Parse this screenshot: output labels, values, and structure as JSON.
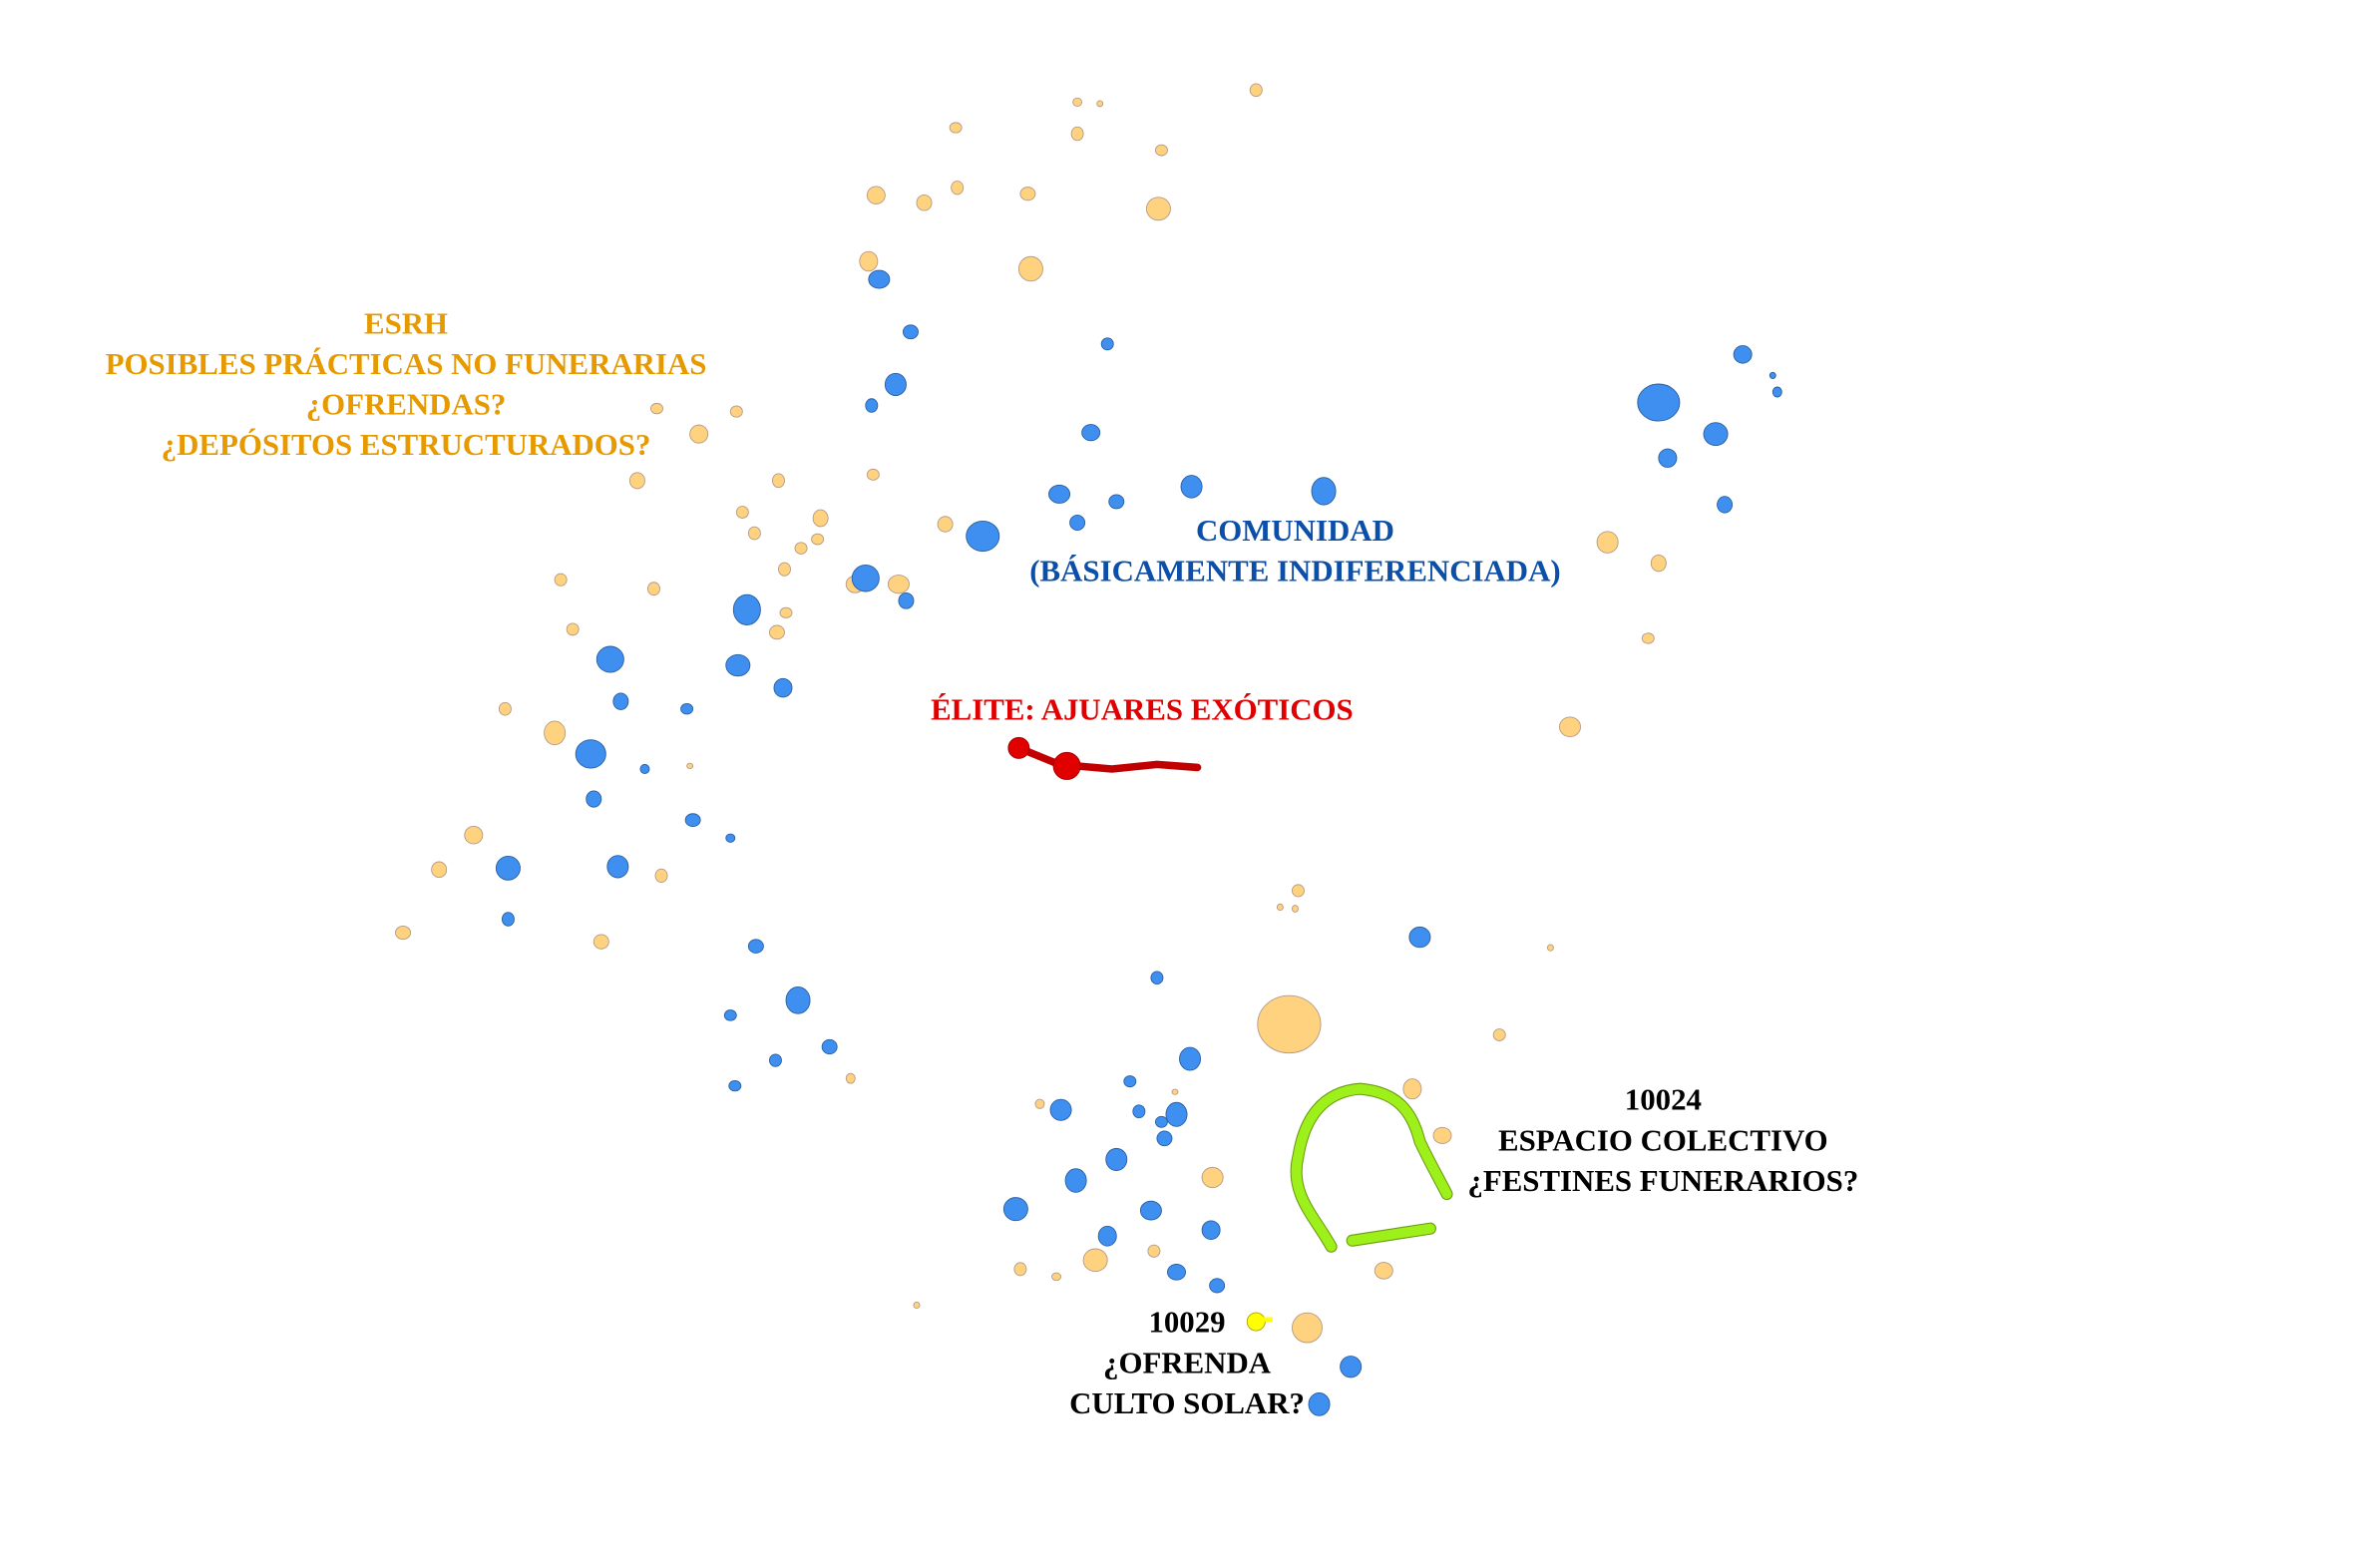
{
  "colors": {
    "esrh_text": "#e69a00",
    "comunidad_text": "#0b4fa8",
    "elite_text": "#e00000",
    "feature_orange": "#ffd27f",
    "feature_blue": "#3f8ff0",
    "feature_green": "#9ef01a",
    "feature_yellow": "#ffff00",
    "feature_red": "#e00000"
  },
  "labels": {
    "esrh": [
      "ESRH",
      "POSIBLES PRÁCTICAS NO FUNERARIAS",
      "¿OFRENDAS?",
      "¿DEPÓSITOS ESTRUCTURADOS?"
    ],
    "comunidad": [
      "COMUNIDAD",
      "(BÁSICAMENTE INDIFERENCIADA)"
    ],
    "elite": [
      "ÉLITE: AJUARES EXÓTICOS"
    ],
    "f10024": [
      "10024",
      "ESPACIO COLECTIVO",
      "¿FESTINES FUNERARIOS?"
    ],
    "f10029": [
      "10029",
      "¿OFRENDA",
      "CULTO SOLAR?"
    ]
  }
}
